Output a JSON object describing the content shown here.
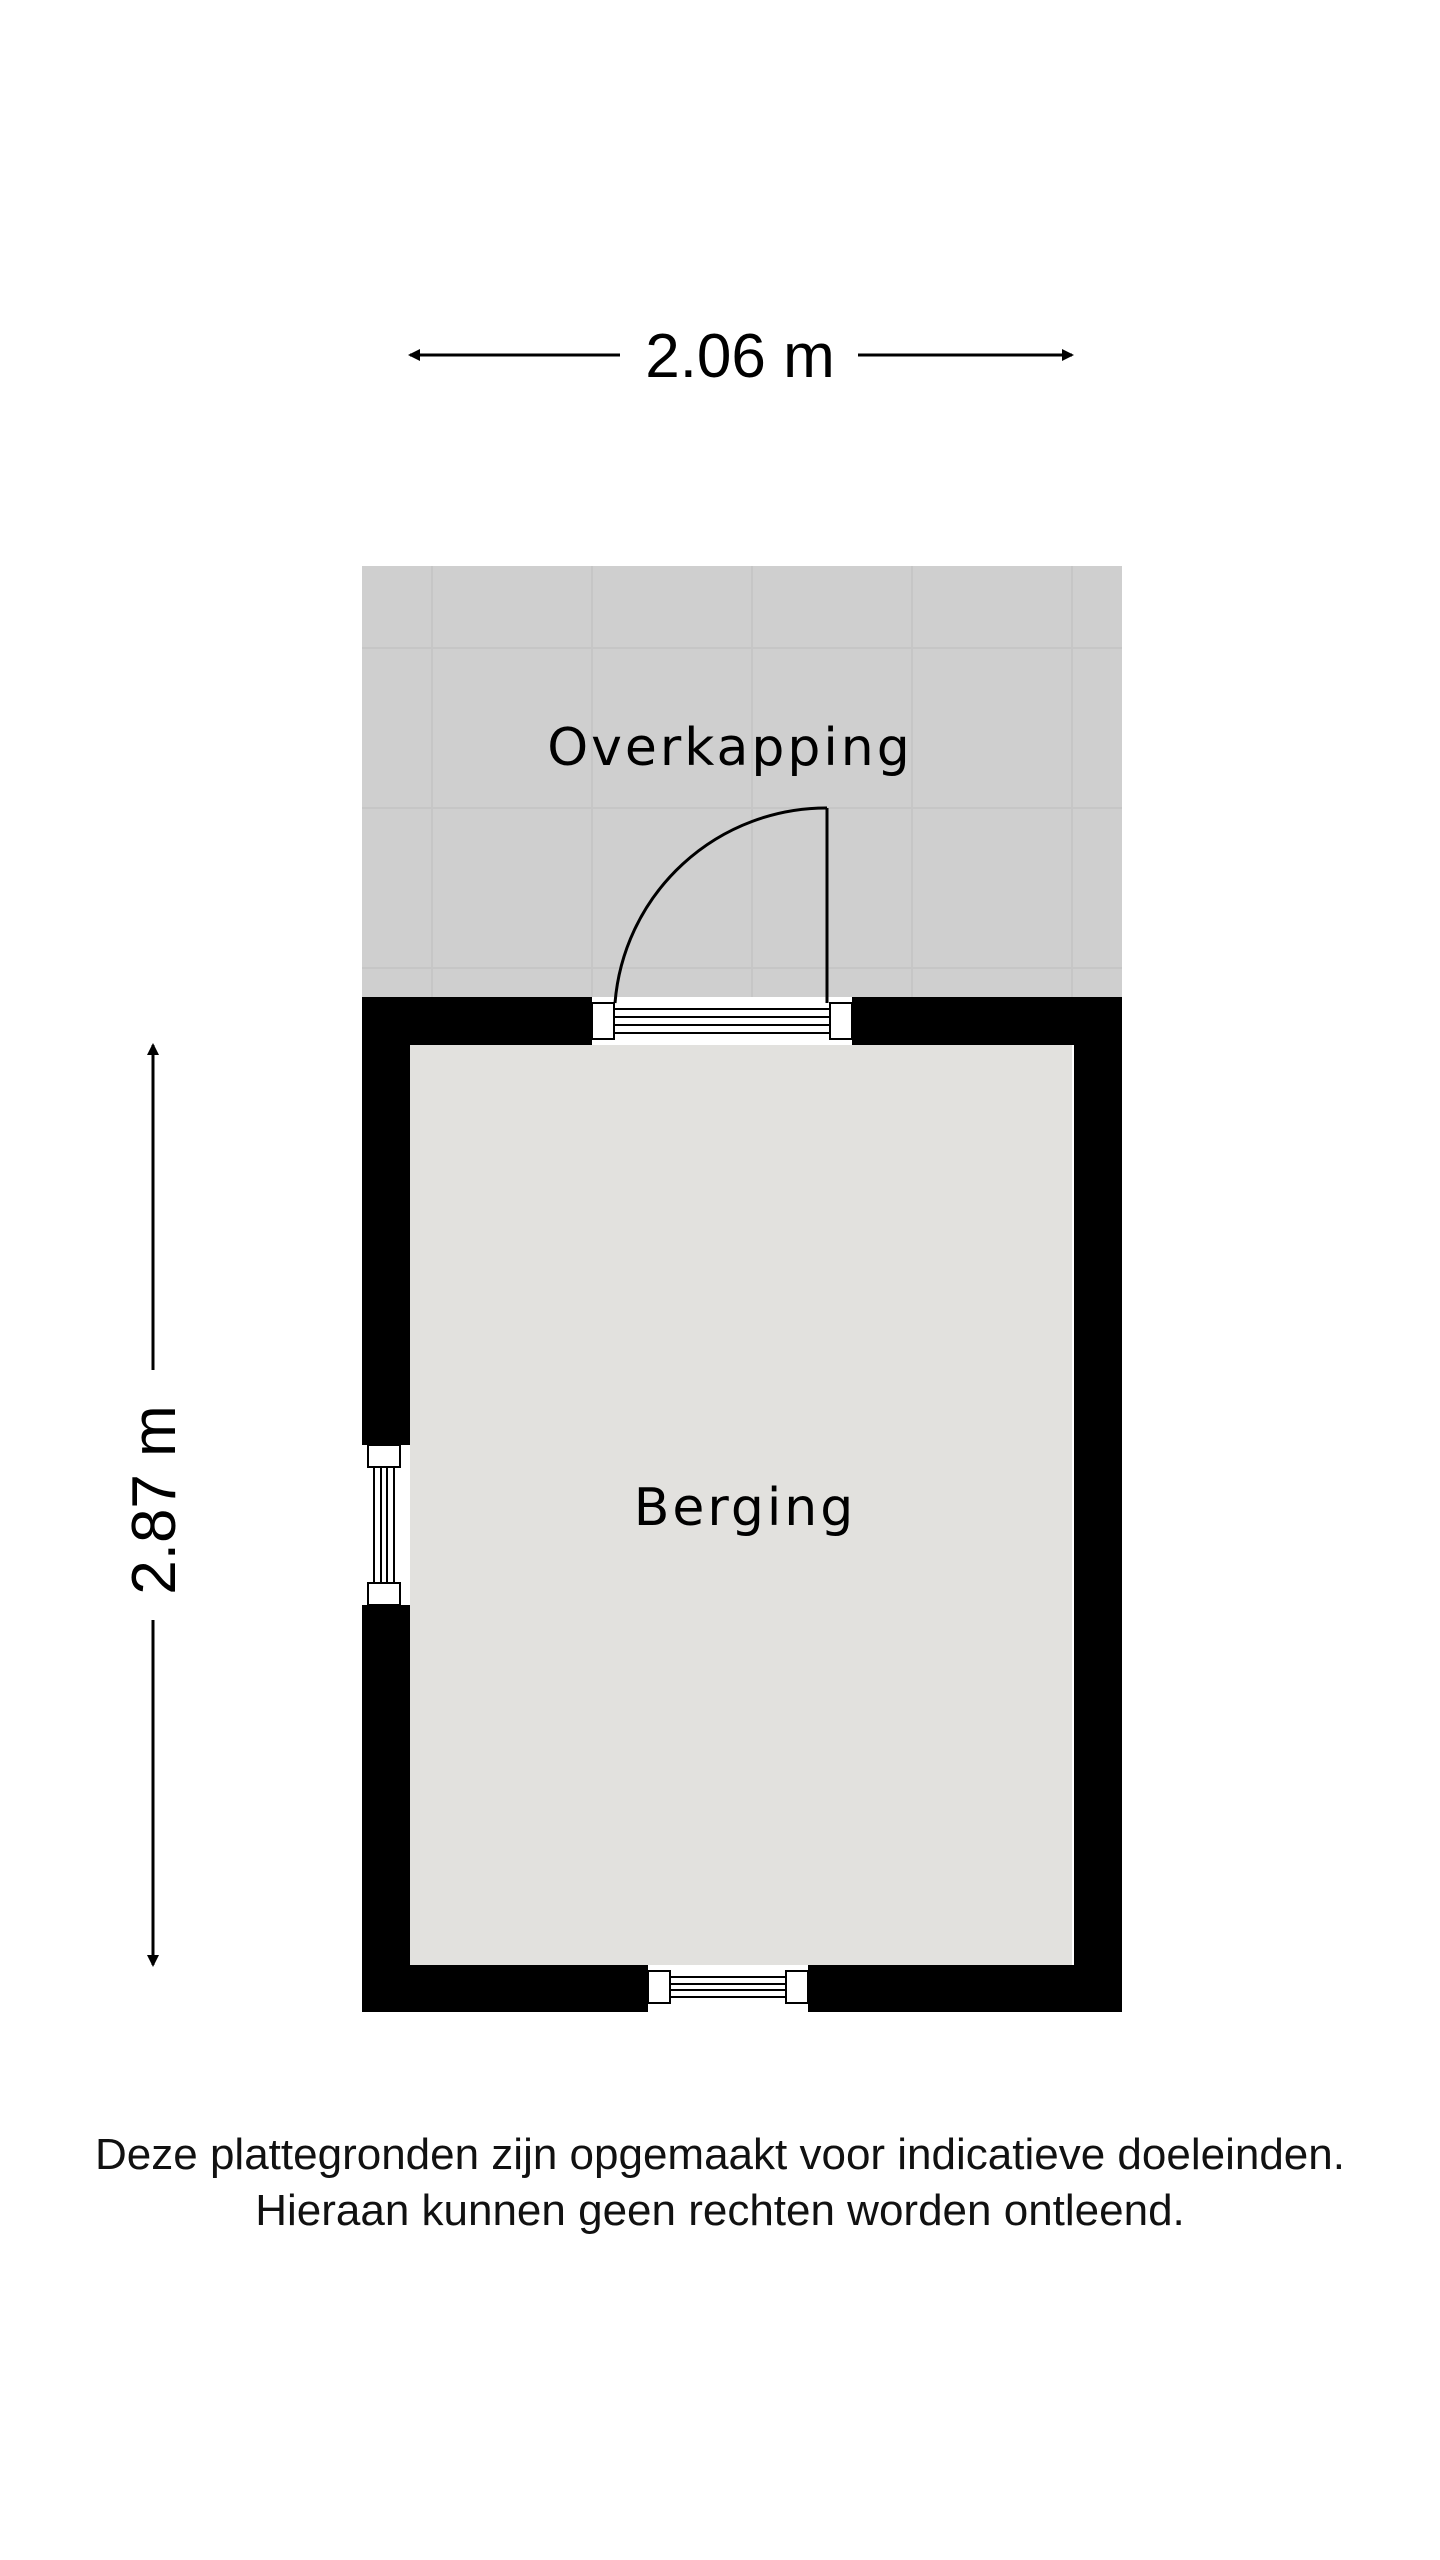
{
  "dimensions": {
    "width_label": "2.06 m",
    "depth_label": "2.87 m"
  },
  "rooms": {
    "overkapping": "Overkapping",
    "berging": "Berging"
  },
  "disclaimer": {
    "line1": "Deze plattegronden zijn opgemaakt voor indicatieve doeleinden.",
    "line2": "Hieraan kunnen geen rechten worden ontleend."
  },
  "colors": {
    "wall": "#000000",
    "room_floor": "#e2e1de",
    "overkapping_floor": "#cfcfcf",
    "background": "#ffffff"
  }
}
